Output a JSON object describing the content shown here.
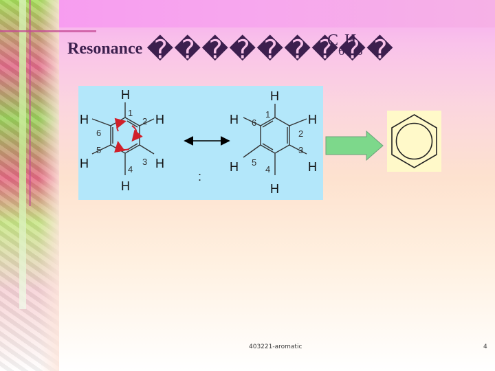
{
  "slide": {
    "title": "Resonance",
    "title_garbled": "���������",
    "formula": {
      "c": "C",
      "c_sub": "6",
      "h": "H",
      "h_sub": "6"
    },
    "footer_left": "403221-aromatic",
    "page_number": "4",
    "colon_mark": ":"
  },
  "structure_left": {
    "atoms": [
      "H",
      "H",
      "H",
      "H",
      "H",
      "H"
    ],
    "numbers": [
      "1",
      "2",
      "3",
      "4",
      "5",
      "6"
    ]
  },
  "structure_right": {
    "atoms": [
      "H",
      "H",
      "H",
      "H",
      "H",
      "H"
    ],
    "numbers": [
      "1",
      "2",
      "3",
      "4",
      "5",
      "6"
    ]
  },
  "colors": {
    "text": "#3c1f4e",
    "panel_bg": "#b3e7fa",
    "arrow_red": "#d0202a",
    "fat_arrow": "#7dd88b",
    "benzene_box": "#fff9c9"
  }
}
